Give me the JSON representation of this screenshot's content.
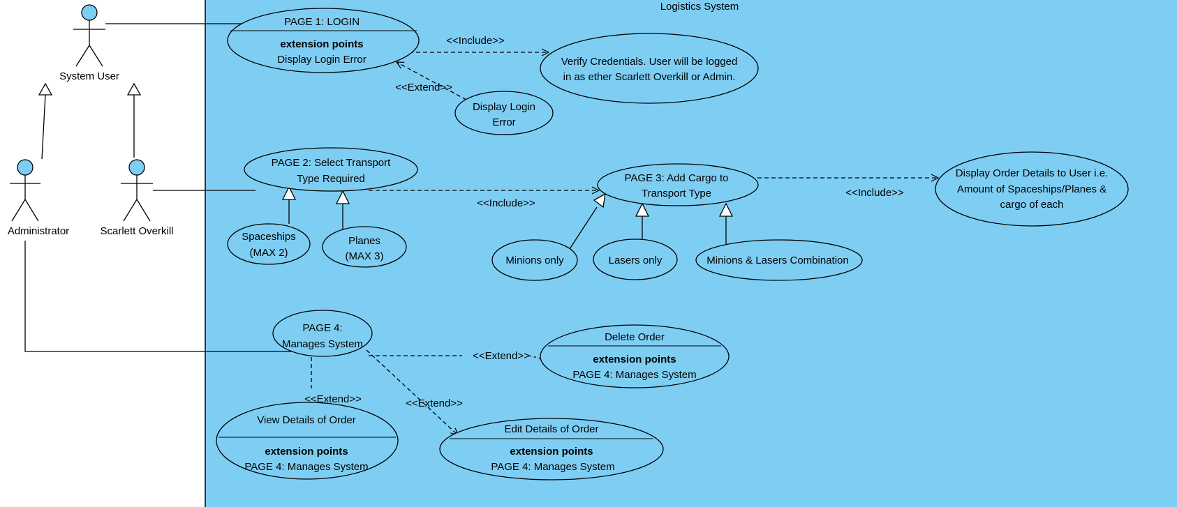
{
  "colors": {
    "system_fill": "#7ecef4",
    "usecase_fill": "#7ecef4",
    "actor_head_fill": "#7ecef4",
    "stroke": "#000000",
    "outside": "#ffffff"
  },
  "system": {
    "title": "Logistics System"
  },
  "actors": {
    "system_user": "System User",
    "administrator": "Administrator",
    "scarlett": "Scarlett Overkill"
  },
  "usecases": {
    "login": {
      "name": "PAGE 1: LOGIN",
      "ext_header": "extension points",
      "ext_point": "Display Login Error"
    },
    "verify": {
      "line1": "Verify Credentials. User will be logged",
      "line2": "in as ether Scarlett Overkill or Admin."
    },
    "login_error": {
      "line1": "Display Login",
      "line2": "Error"
    },
    "select_transport": {
      "line1": "PAGE 2: Select Transport",
      "line2": "Type Required"
    },
    "spaceships": {
      "line1": "Spaceships",
      "line2": "(MAX 2)"
    },
    "planes": {
      "line1": "Planes",
      "line2": "(MAX 3)"
    },
    "add_cargo": {
      "line1": "PAGE 3: Add Cargo to",
      "line2": "Transport Type"
    },
    "minions": {
      "label": "Minions only"
    },
    "lasers": {
      "label": "Lasers only"
    },
    "combo": {
      "label": "Minions & Lasers Combination"
    },
    "order_details": {
      "line1": "Display Order Details to User i.e.",
      "line2": "Amount of Spaceships/Planes &",
      "line3": "cargo of each"
    },
    "manages": {
      "line1": "PAGE 4:",
      "line2": "Manages System"
    },
    "delete_order": {
      "name": "Delete Order",
      "ext_header": "extension points",
      "ext_point": "PAGE 4: Manages System"
    },
    "view_order": {
      "name": "View Details of Order",
      "ext_header": "extension points",
      "ext_point": "PAGE 4: Manages System"
    },
    "edit_order": {
      "name": "Edit Details of Order",
      "ext_header": "extension points",
      "ext_point": "PAGE 4: Manages System"
    }
  },
  "relations": {
    "include_login_verify": "<<Include>>",
    "extend_login_error": "<<Extend>>",
    "include_select_add": "<<Include>>",
    "include_add_details": "<<Include>>",
    "extend_delete": "<<Extend>>",
    "extend_view": "<<Extend>>",
    "extend_edit": "<<Extend>>"
  }
}
